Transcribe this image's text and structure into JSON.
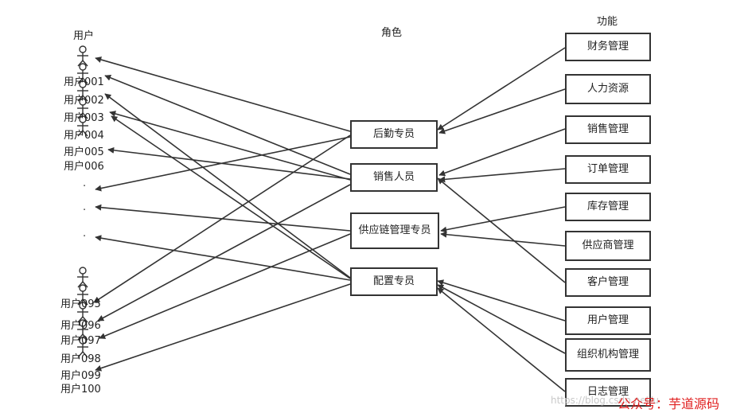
{
  "headers": {
    "users": "用户",
    "roles": "角色",
    "functions": "功能"
  },
  "users_top": [
    "用户001",
    "用户002",
    "用户003",
    "用户004",
    "用户005",
    "用户006"
  ],
  "ellipsis": [
    "·",
    "·",
    "·"
  ],
  "users_bottom": [
    "用户095",
    "用户096",
    "用户097",
    "用户098",
    "用户099",
    "用户100"
  ],
  "roles": [
    "后勤专员",
    "销售人员",
    "供应链管理专员",
    "配置专员"
  ],
  "functions": [
    "财务管理",
    "人力资源",
    "销售管理",
    "订单管理",
    "库存管理",
    "供应商管理",
    "客户管理",
    "用户管理",
    "组织机构管理",
    "日志管理"
  ],
  "watermark": {
    "url": "https://blog.csdn.net/u",
    "text": "公众号：芋道源码"
  },
  "colors": {
    "line": "#333333",
    "watermark": "#e02020"
  }
}
